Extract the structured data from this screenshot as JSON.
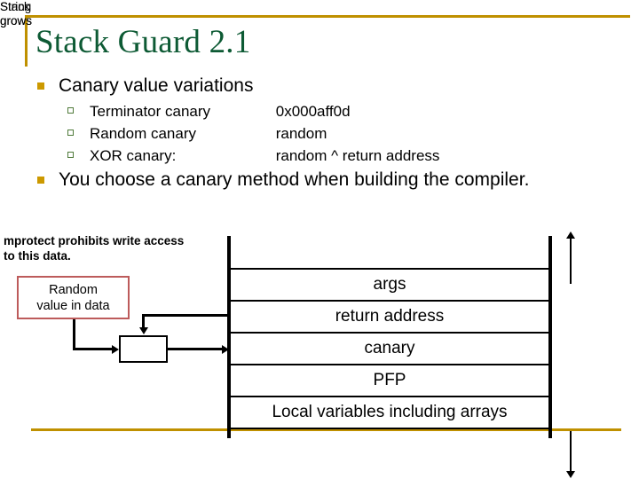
{
  "slide": {
    "title": "Stack Guard 2.1",
    "accent_gold": "#bf9000",
    "title_green": "#0d5a34",
    "bullet1_color": "#cc9900",
    "bullet2_color": "#4f7a3a",
    "red_box_border": "#bd5b5b"
  },
  "bullets": [
    {
      "label": "Canary value variations",
      "sub": [
        {
          "term": "Terminator canary",
          "value": "0x000aff0d"
        },
        {
          "term": "Random canary",
          "value": "random"
        },
        {
          "term": "XOR canary:",
          "value": "random ^ return address"
        }
      ]
    },
    {
      "label": "You choose a canary method when building the compiler."
    }
  ],
  "diagram": {
    "mprotect_note": "mprotect prohibits write access to this data.",
    "random_box": {
      "line1": "Random",
      "line2": "value in data"
    },
    "xor_box_label": "",
    "stack_rows": [
      {
        "label": ""
      },
      {
        "label": "args"
      },
      {
        "label": "return address"
      },
      {
        "label": "canary"
      },
      {
        "label": "PFP"
      },
      {
        "label": "Local variables including arrays"
      },
      {
        "label": ""
      }
    ],
    "growth_labels": {
      "string": "String\ngrows",
      "string_line1": "String",
      "string_line2": "grows",
      "stack_line1": "Stack",
      "stack_line2": "grows"
    }
  }
}
